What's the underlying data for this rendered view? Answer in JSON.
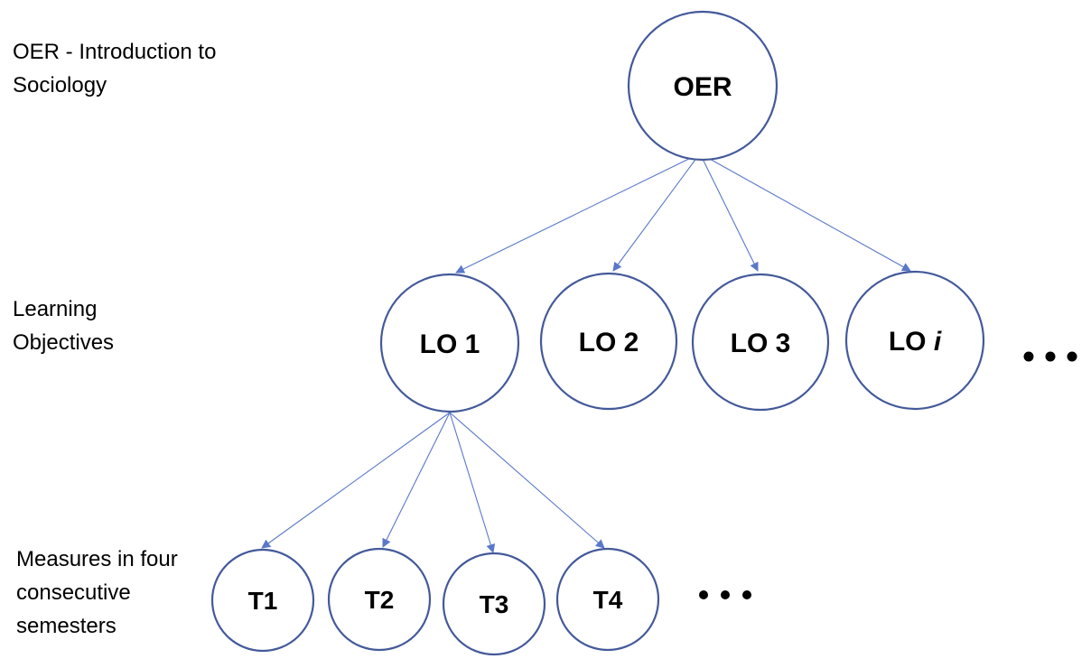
{
  "labels": {
    "top": [
      "OER - Introduction to",
      "Sociology"
    ],
    "middle": [
      "Learning",
      "Objectives"
    ],
    "bottom": [
      "Measures in four",
      "consecutive",
      "semesters"
    ]
  },
  "nodes": {
    "root": "OER",
    "objectives": [
      {
        "main": "LO 2",
        "index": ""
      },
      {
        "main": "LO 3",
        "index": ""
      },
      {
        "main": "LO ",
        "index": "i"
      }
    ],
    "lo1": "LO 1",
    "measures": [
      "T1",
      "T2",
      "T3",
      "T4"
    ]
  },
  "colors": {
    "node_stroke": "#44599a",
    "edge": "#5a78c9",
    "text": "#000000"
  }
}
